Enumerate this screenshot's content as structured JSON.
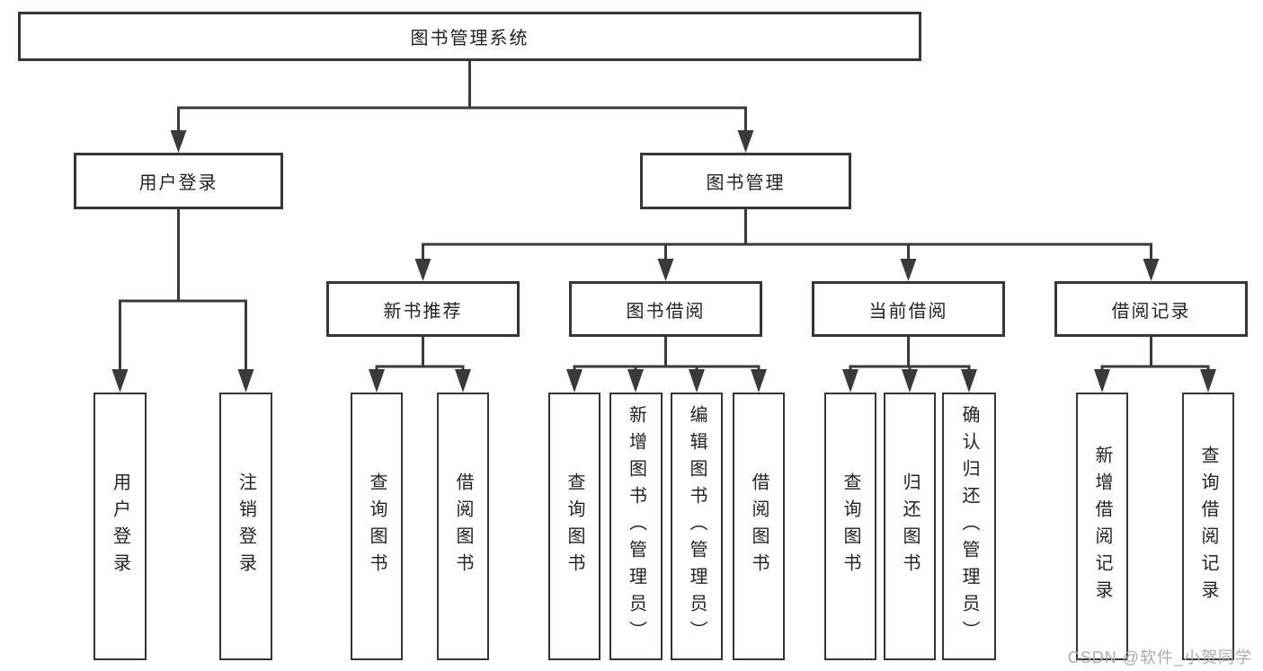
{
  "tree": {
    "root": {
      "label": "图书管理系统"
    },
    "branches": [
      {
        "label": "用户登录",
        "children": [
          {
            "label": "用户登录"
          },
          {
            "label": "注销登录"
          }
        ]
      },
      {
        "label": "图书管理",
        "sections": [
          {
            "label": "新书推荐",
            "children": [
              {
                "label": "查询图书"
              },
              {
                "label": "借阅图书"
              }
            ]
          },
          {
            "label": "图书借阅",
            "children": [
              {
                "label": "查询图书"
              },
              {
                "label": "新增图书（管理员）"
              },
              {
                "label": "编辑图书（管理员）"
              },
              {
                "label": "借阅图书"
              }
            ]
          },
          {
            "label": "当前借阅",
            "children": [
              {
                "label": "查询图书"
              },
              {
                "label": "归还图书"
              },
              {
                "label": "确认归还（管理员）"
              }
            ]
          },
          {
            "label": "借阅记录",
            "children": [
              {
                "label": "新增借阅记录"
              },
              {
                "label": "查询借阅记录"
              }
            ]
          }
        ]
      }
    ]
  },
  "colors": {
    "line": "#3a3a3a",
    "border": "#363636",
    "text": "#232323",
    "watermark": "#acacac"
  },
  "watermark": {
    "text": "CSDN @软件_小贺同学"
  }
}
